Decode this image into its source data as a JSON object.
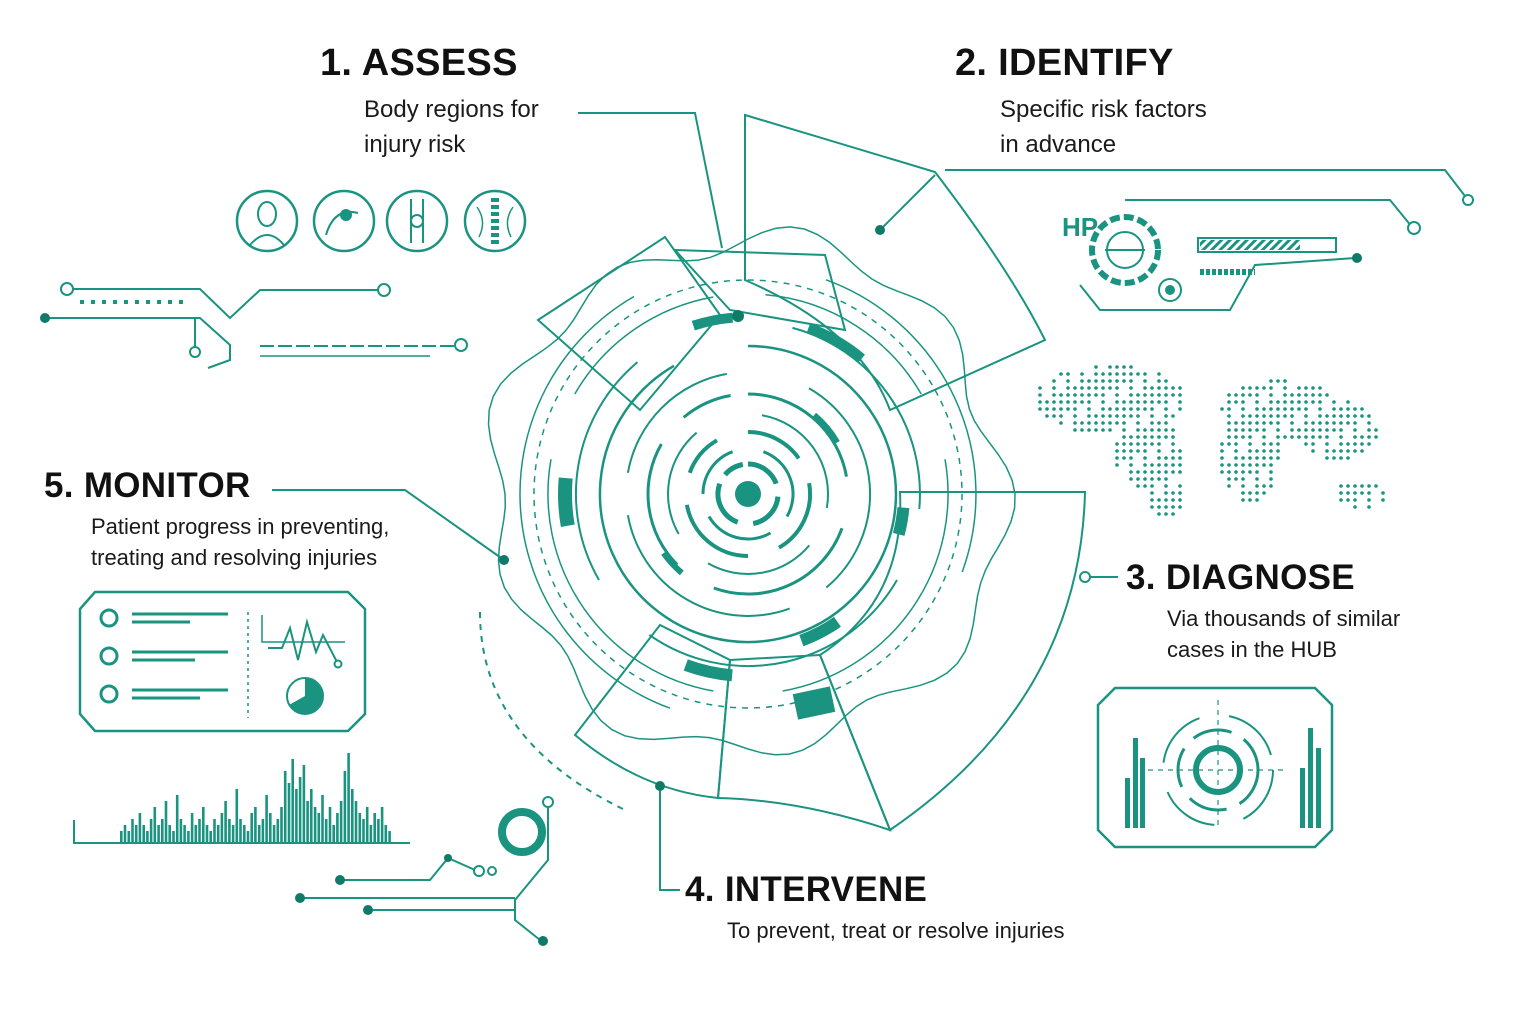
{
  "accent_color": "#1a9480",
  "accent_dark": "#0f7a68",
  "text_color": "#111111",
  "steps": [
    {
      "id": "assess",
      "title": "1. ASSESS",
      "desc": [
        "Body regions for",
        "injury risk"
      ]
    },
    {
      "id": "identify",
      "title": "2. IDENTIFY",
      "desc": [
        "Specific risk factors",
        "in advance"
      ]
    },
    {
      "id": "diagnose",
      "title": "3. DIAGNOSE",
      "desc": [
        "Via thousands of similar",
        "cases in the HUB"
      ]
    },
    {
      "id": "intervene",
      "title": "4. INTERVENE",
      "desc": [
        "To prevent, treat or resolve injuries"
      ]
    },
    {
      "id": "monitor",
      "title": "5. MONITOR",
      "desc": [
        "Patient progress in preventing,",
        "treating and resolving injuries"
      ]
    }
  ],
  "identify_panel": {
    "label": "HP"
  },
  "body_icons": [
    "head-icon",
    "shoulder-joint-icon",
    "knee-joint-icon",
    "spine-icon"
  ],
  "monitor_histogram": [
    2,
    3,
    2,
    4,
    3,
    5,
    3,
    2,
    4,
    6,
    3,
    4,
    7,
    3,
    2,
    8,
    4,
    3,
    2,
    5,
    3,
    4,
    6,
    3,
    2,
    4,
    3,
    5,
    7,
    4,
    3,
    9,
    4,
    3,
    2,
    5,
    6,
    3,
    4,
    8,
    5,
    3,
    4,
    6,
    12,
    10,
    14,
    9,
    11,
    13,
    7,
    9,
    6,
    5,
    8,
    4,
    6,
    3,
    5,
    7,
    12,
    15,
    9,
    7,
    5,
    4,
    6,
    3,
    5,
    4,
    6,
    3,
    2
  ]
}
